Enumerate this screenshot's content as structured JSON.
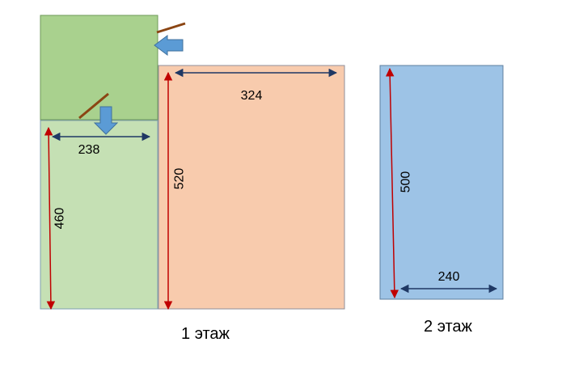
{
  "colors": {
    "entrance": "#a9d18e",
    "room_left": "#c5e0b4",
    "room_main": "#f8cbad",
    "room_floor2": "#9dc3e6",
    "outline_green": "#6f9a5a",
    "outline_left": "#7f9fb0",
    "outline_main": "#8f8f9a",
    "outline_floor2": "#5f7f9f",
    "arrow_vertical": "#c00000",
    "arrow_horizontal": "#1f3864",
    "door": "#8b4513",
    "door_arrow_fill": "#5b9bd5",
    "door_arrow_stroke": "#41719c"
  },
  "icons": {
    "door_swing": "door-line",
    "entry_direction": "block-arrow"
  },
  "floor1": {
    "caption": "1 этаж",
    "left_room": {
      "width_label": "238",
      "height_label": "460"
    },
    "main_room": {
      "width_label": "324",
      "height_label": "520"
    }
  },
  "floor2": {
    "caption": "2 этаж",
    "room": {
      "width_label": "240",
      "height_label": "500"
    }
  }
}
